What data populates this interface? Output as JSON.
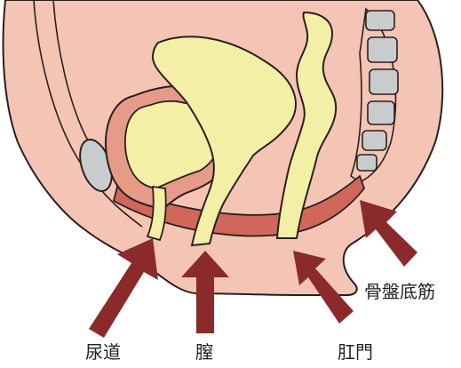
{
  "labels": {
    "urethra": "尿道",
    "vagina": "膣",
    "anus": "肛門",
    "pelvic_floor": "骨盤底筋"
  },
  "colors": {
    "skin": "#f4c5b5",
    "outline": "#2a1f1f",
    "organ": "#f4efa6",
    "muscle": "#d1665b",
    "bladder_wall": "#e59b88",
    "bone": "#c9cccd",
    "arrow": "#8b2a2a"
  }
}
